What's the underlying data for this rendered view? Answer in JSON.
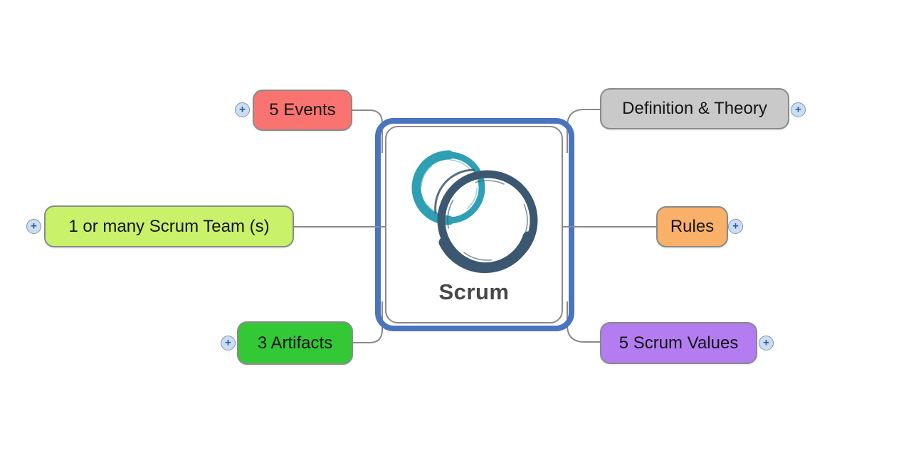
{
  "canvas": {
    "background": "#ffffff"
  },
  "center_node": {
    "label": "Scrum",
    "selected": true,
    "selection_color": "#4B74C0",
    "fill": "#ffffff",
    "border_color": "#8A8A8A",
    "text_color": "#474747",
    "logo": {
      "name": "scrum-interlocking-brush-circles",
      "teal": "#2E9FB4",
      "teal_light": "#8FCBD7",
      "dark": "#3C5870"
    }
  },
  "branches": [
    {
      "label": "5 Events",
      "fill": "#F97471",
      "position": "top-left"
    },
    {
      "label": "Definition & Theory",
      "fill": "#C9C9C9",
      "position": "top-right"
    },
    {
      "label": "1 or many Scrum Team (s)",
      "fill": "#C9F169",
      "position": "middle-left"
    },
    {
      "label": "Rules",
      "fill": "#F9B069",
      "position": "middle-right"
    },
    {
      "label": "3 Artifacts",
      "fill": "#33C936",
      "position": "bottom-left"
    },
    {
      "label": "5 Scrum Values",
      "fill": "#B37CF1",
      "position": "bottom-right"
    }
  ],
  "add_button": {
    "glyph": "+",
    "fill": "#CBDDF2",
    "ring": "#8296AC",
    "glyph_color": "#2D5C9E"
  },
  "connector_color": "#8A8A8A"
}
